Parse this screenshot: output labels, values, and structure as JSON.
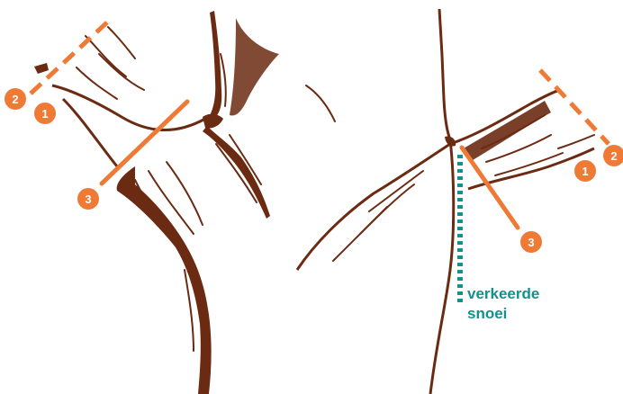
{
  "colors": {
    "bark": "#6b2a12",
    "cut": "#ee7a36",
    "wrong": "#13918c",
    "badge_text": "#ffffff"
  },
  "left_branch": {
    "badge_1": "1",
    "badge_2": "2",
    "badge_3": "3"
  },
  "right_branch": {
    "badge_1": "1",
    "badge_2": "2",
    "badge_3": "3"
  },
  "wrong_cut": {
    "label_line1": "verkeerde",
    "label_line2": "snoei"
  }
}
